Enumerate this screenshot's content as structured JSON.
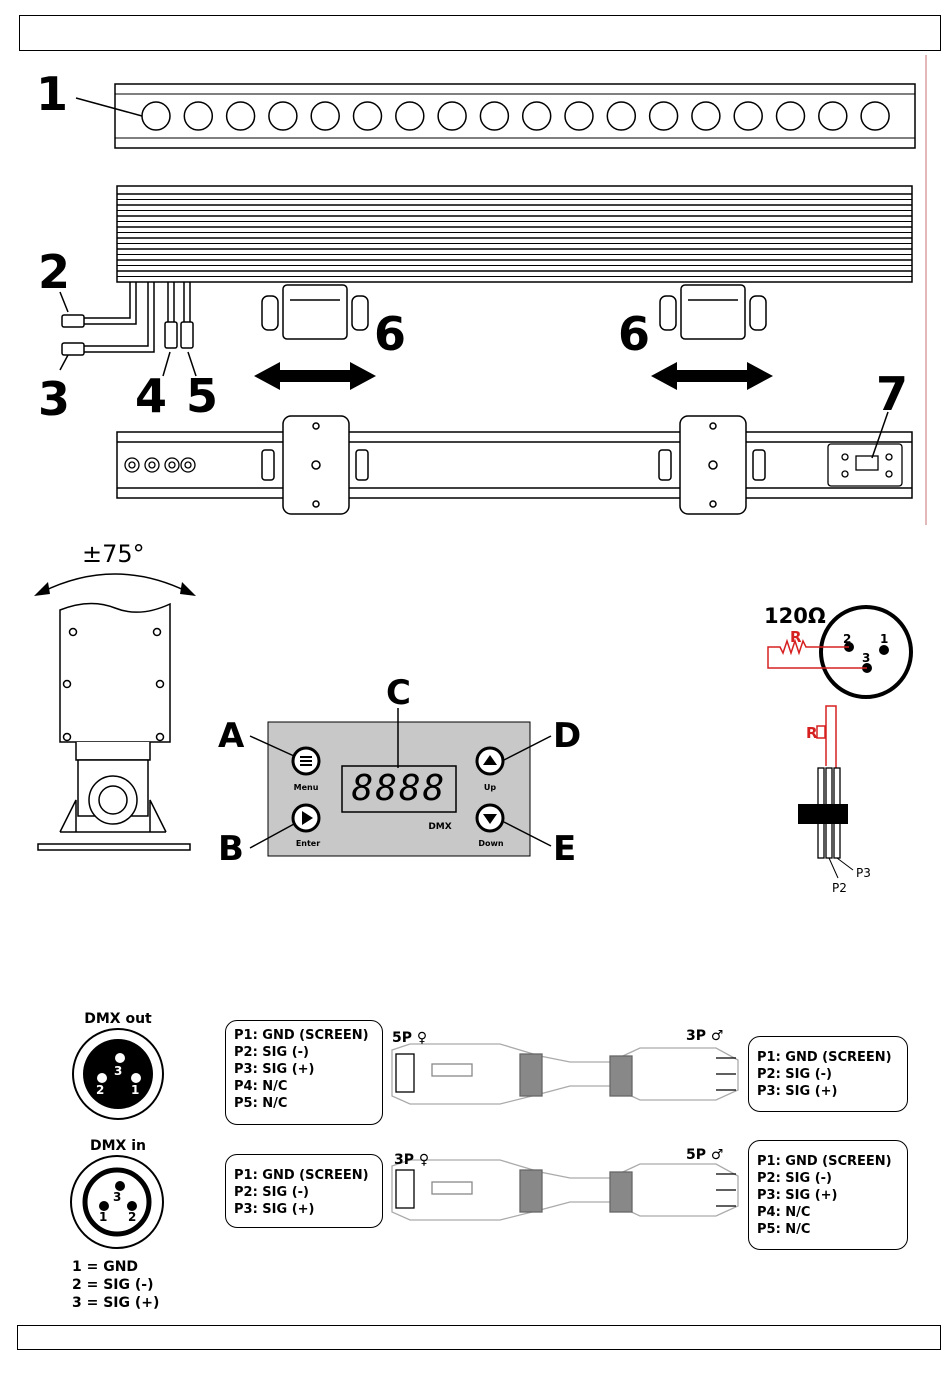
{
  "fixture_callouts": [
    "1",
    "2",
    "3",
    "4",
    "5",
    "6",
    "6",
    "7"
  ],
  "tilt_angle": "±75°",
  "panel": {
    "callouts": [
      "A",
      "B",
      "C",
      "D",
      "E"
    ],
    "display": "8888",
    "dmx_label": "DMX",
    "buttons": {
      "menu": "Menu",
      "enter": "Enter",
      "up": "Up",
      "down": "Down"
    }
  },
  "terminator": {
    "resistance": "120Ω",
    "resistor_label": "R",
    "pins": [
      "1",
      "2",
      "3"
    ],
    "pin_labels": [
      "P2",
      "P3"
    ]
  },
  "dmx_out": {
    "title": "DMX out",
    "pins": [
      "3",
      "2",
      "1"
    ]
  },
  "dmx_in": {
    "title": "DMX in",
    "pins": [
      "3",
      "1",
      "2"
    ]
  },
  "pin_legend": [
    "1 = GND",
    "2 = SIG (-)",
    "3 = SIG (+)"
  ],
  "cables": [
    {
      "left_connector": "5P ♀",
      "right_connector": "3P ♂",
      "left_pins": [
        "P1: GND (SCREEN)",
        "P2: SIG (-)",
        "P3: SIG (+)",
        "P4: N/C",
        "P5: N/C"
      ],
      "right_pins": [
        "P1: GND (SCREEN)",
        "P2: SIG (-)",
        "P3: SIG (+)"
      ]
    },
    {
      "left_connector": "3P ♀",
      "right_connector": "5P ♂",
      "left_pins": [
        "P1: GND (SCREEN)",
        "P2: SIG (-)",
        "P3: SIG (+)"
      ],
      "right_pins": [
        "P1: GND (SCREEN)",
        "P2: SIG (-)",
        "P3: SIG (+)",
        "P4: N/C",
        "P5: N/C"
      ]
    }
  ],
  "colors": {
    "line": "#000000",
    "panel_bg": "#c8c8c8",
    "red": "#d62020",
    "margin_line": "#d9a0a0"
  }
}
